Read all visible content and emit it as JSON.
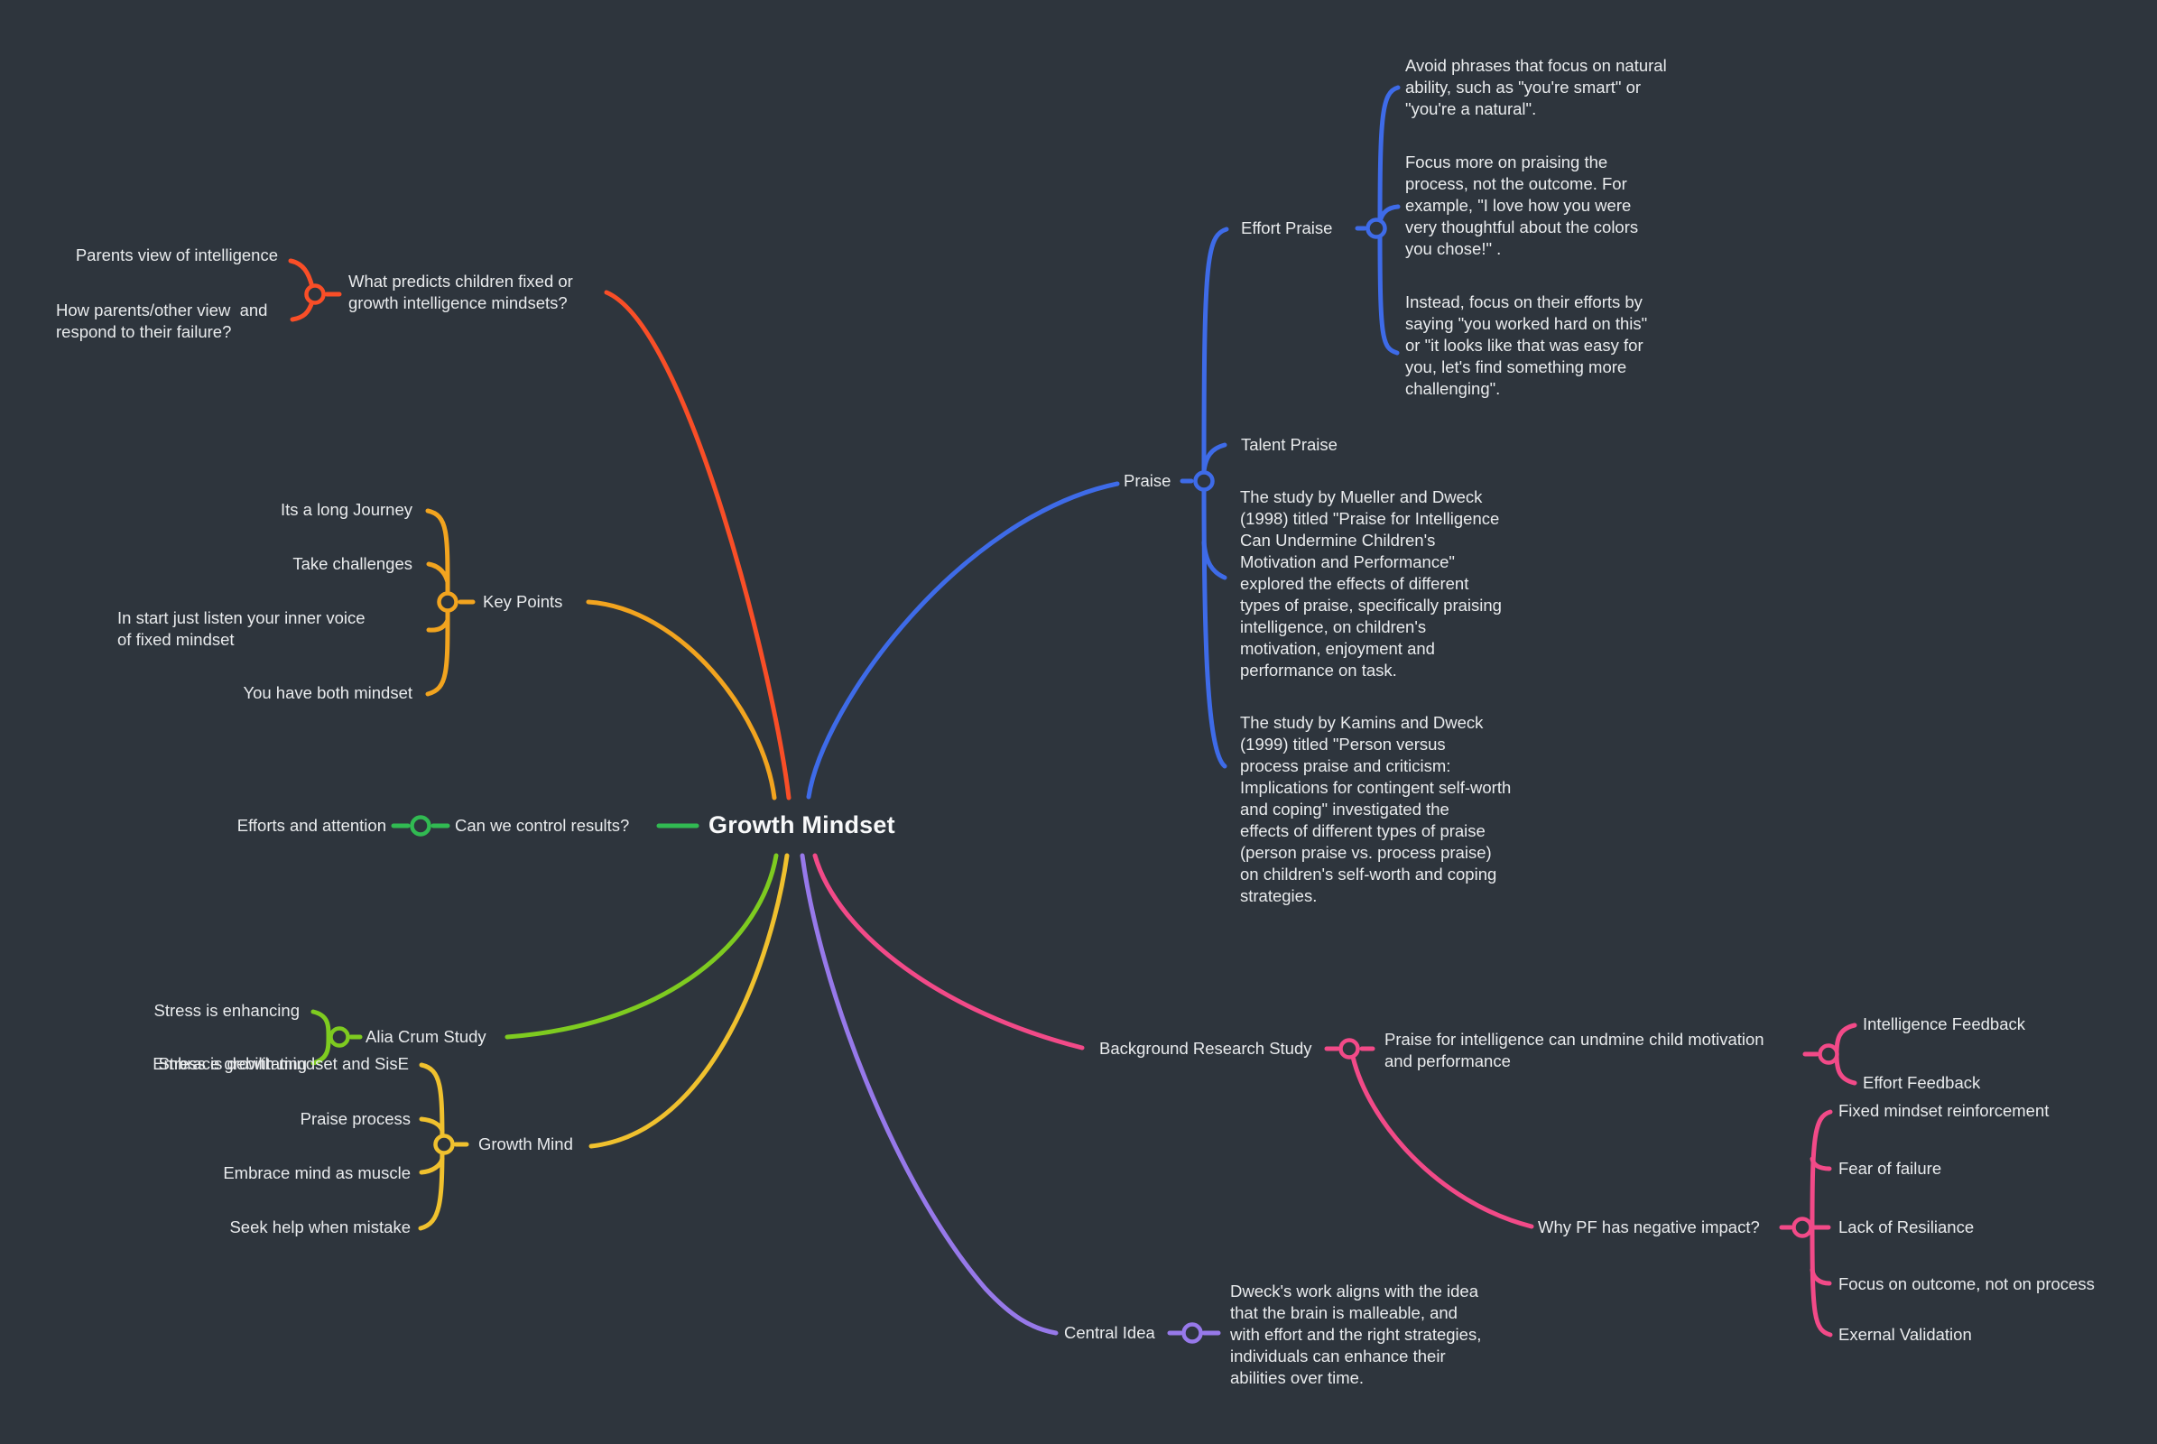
{
  "colors": {
    "background": "#2E353D",
    "text": "#E9EBED",
    "title_text": "#F8F9FA",
    "red": "#F94E27",
    "amber": "#F2A41F",
    "gold": "#F0C12E",
    "green": "#31BA52",
    "lime": "#7ECB20",
    "blue": "#3E6BE8",
    "purple": "#9779EA",
    "pink": "#F24A88"
  },
  "central_topic": "Growth Mindset",
  "branches": {
    "predicts": {
      "label": "What predicts children fixed or\ngrowth intelligence mindsets?",
      "children": {
        "parents_view": "Parents view of intelligence",
        "parents_respond": "How parents/other view  and\nrespond to their failure?"
      }
    },
    "key_points": {
      "label": "Key Points",
      "children": {
        "journey": "Its a long Journey",
        "challenges": "Take challenges",
        "inner_voice": "In start just listen your inner voice\nof fixed mindset",
        "both_mindset": "You have both mindset"
      }
    },
    "control": {
      "label": "Can we control results?",
      "children": {
        "efforts": "Efforts and attention"
      }
    },
    "praise": {
      "label": "Praise",
      "children": {
        "effort_praise": {
          "label": "Effort Praise",
          "children": {
            "avoid_phrases": "Avoid phrases that focus on natural\nability, such as \"you're smart\" or\n\"you're a natural\".",
            "focus_process": "Focus more on praising the\nprocess, not the outcome. For\nexample, \"I love how you were\nvery thoughtful about the colors\nyou chose!\" .",
            "instead_efforts": "Instead, focus on their efforts by\nsaying \"you worked hard on this\"\nor \"it looks like that was easy for\nyou, let's find something more\nchallenging\"."
          }
        },
        "talent_praise": "Talent Praise",
        "mueller_study": "The study by Mueller and Dweck\n(1998) titled \"Praise for Intelligence\nCan Undermine Children's\nMotivation and Performance\"\nexplored the effects of different\ntypes of praise, specifically praising\nintelligence, on children's\nmotivation, enjoyment and\nperformance on task.",
        "kamins_study": "The study by Kamins and Dweck\n(1999) titled \"Person versus\nprocess praise and criticism:\nImplications for contingent self-worth\nand coping\" investigated the\neffects of different types of praise\n(person praise vs. process praise)\non children's self-worth and coping\nstrategies."
      }
    },
    "alia_crum": {
      "label": "Alia Crum Study",
      "children": {
        "enhancing": "Stress is enhancing",
        "debilitating": "Stress is debilitating"
      }
    },
    "growth_mind": {
      "label": "Growth Mind",
      "children": {
        "embrace_sise": "Embrace growth mindset and SisE",
        "praise_process": "Praise process",
        "mind_muscle": "Embrace mind as muscle",
        "seek_help": "Seek help when mistake"
      }
    },
    "background_research": {
      "label": "Background Research Study",
      "children": {
        "praise_intelligence": {
          "label": "Praise for intelligence can undmine child motivation\nand performance",
          "children": {
            "intelligence_feedback": "Intelligence Feedback",
            "effort_feedback": "Effort Feedback"
          }
        },
        "why_pf": {
          "label": "Why PF has negative impact?",
          "children": {
            "fixed_reinforcement": "Fixed mindset reinforcement",
            "fear_failure": "Fear of failure",
            "lack_resiliance": "Lack of Resiliance",
            "focus_outcome": "Focus on outcome, not on process",
            "external_validation": "Exernal Validation"
          }
        }
      }
    },
    "central_idea": {
      "label": "Central Idea",
      "children": {
        "dweck_summary": "Dweck's work aligns with the idea\nthat the brain is malleable, and\nwith effort and the right strategies,\nindividuals can enhance their\nabilities over time."
      }
    }
  }
}
